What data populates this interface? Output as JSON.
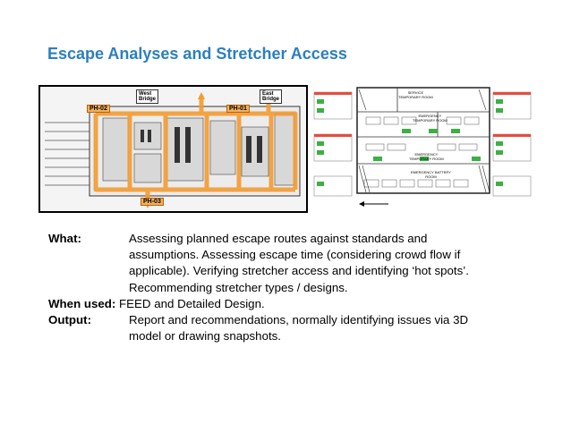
{
  "title": "Escape Analyses and Stretcher Access",
  "figure_left": {
    "labels": {
      "west_bridge": "West\nBridge",
      "east_bridge": "East\nBridge",
      "ph02": "PH-02",
      "ph01": "PH-01",
      "ph03": "PH-03"
    }
  },
  "figure_right": {
    "labels": {
      "top_room": "SERVICE\nTEMPORARY ROOM",
      "mid_room": "EMERGENCY\nTEMPORARY ROOM",
      "lower_room": "EMERGENCY\nTEMPORARY ROOM",
      "bottom_room": "EMERGENCY BATTERY\nROOM"
    }
  },
  "content": {
    "what_label": "What:",
    "what_line1": "Assessing planned escape routes against standards and",
    "what_line2": "assumptions.  Assessing escape time (considering crowd flow if",
    "what_line3": "applicable).  Verifying stretcher access and identifying ‘hot spots’.",
    "what_line4": "Recommending stretcher types / designs.",
    "when_label": "When used:",
    "when_text": " FEED and Detailed Design.",
    "output_label": "Output:",
    "output_line1": "Report and recommendations, normally identifying issues via 3D",
    "output_line2": "model or drawing snapshots."
  },
  "colors": {
    "title": "#2b7fc0",
    "escape_route": "#f39c32",
    "green_marker": "#3cb043"
  }
}
